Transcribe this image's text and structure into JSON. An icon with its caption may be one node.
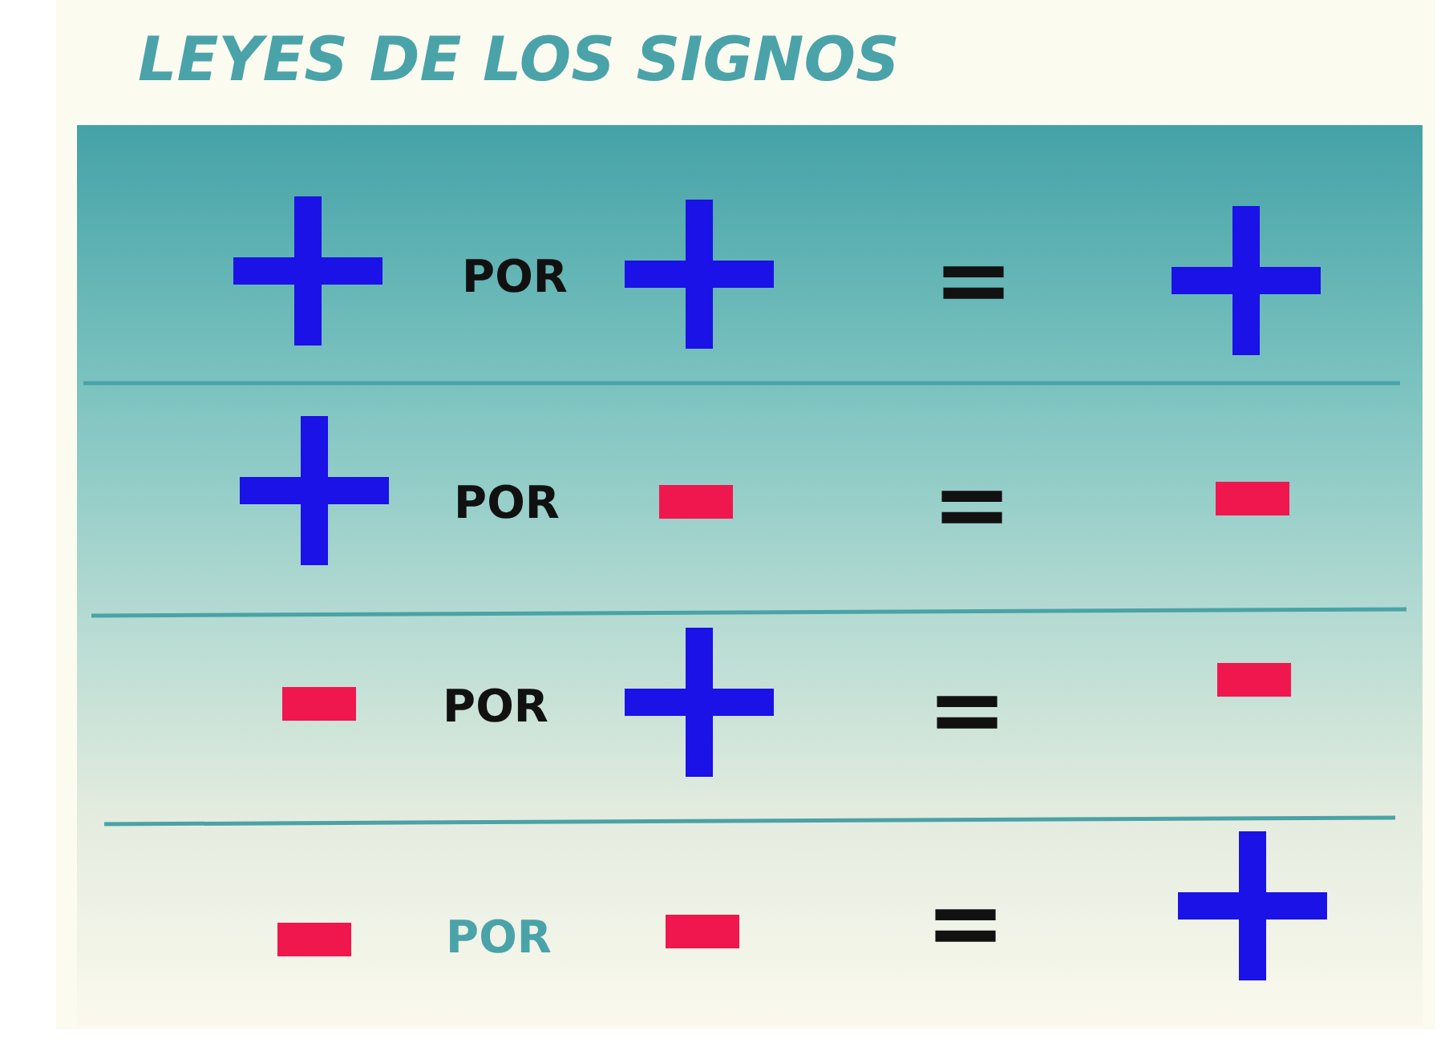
{
  "diagram": {
    "title": "LEYES DE LOS SIGNOS",
    "labels": [
      "POR",
      "=",
      "POR",
      "=",
      "POR",
      "=",
      "POR",
      "="
    ]
  }
}
